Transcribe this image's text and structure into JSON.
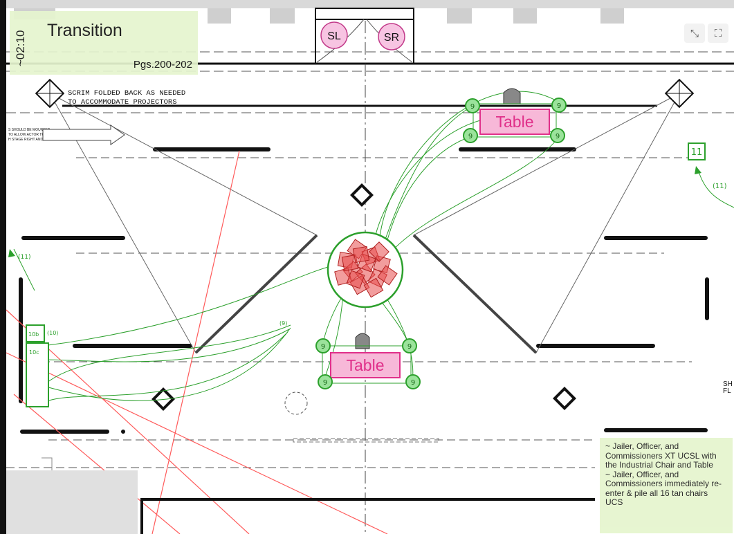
{
  "header": {
    "duration": "~02:10",
    "title": "Transition",
    "pages": "Pgs.200-202"
  },
  "toolbar": {
    "fit_icon_glyph": "⤡",
    "expand_icon_glyph": "⛶"
  },
  "labels": {
    "stage_left": "SL",
    "stage_right": "SR",
    "table_upstage": "Table",
    "table_downstage": "Table",
    "cue_number": "11",
    "cue_marker_right": "(11)",
    "cue_marker_left": "(11)",
    "scrim_note_line1": "SCRIM FOLDED BACK AS NEEDED",
    "scrim_note_line2": "TO ACCOMMODATE PROJECTORS",
    "mount_note_line1": "S SHOULD BE MOUNTED",
    "mount_note_line2": "TO ALLOW ACTOR TRAFFIC",
    "mount_note_line3": "H STAGE RIGHT AND LEFT",
    "side_note_line1": "SH",
    "side_note_line2": "FL",
    "chair_badge": "9",
    "path_label_1": "(9)",
    "path_label_2": "(10)",
    "path_label_3": "10b",
    "path_label_4": "10c"
  },
  "notes": {
    "line1": "~ Jailer, Officer, and Commissioners XT UCSL with the Industrial Chair and Table",
    "line2": "~ Jailer, Officer, and Commissioners immediately re-enter & pile all 16 tan chairs UCS"
  },
  "colors": {
    "note_bg": "#e6f5cf",
    "annotation_green": "#2ca02c",
    "table_pink": "#f7b8d8",
    "table_text": "#e0308a",
    "circle_pink": "#f7c4e2",
    "sightline_red": "#ff5a5a",
    "pile_red": "#e74c4c"
  }
}
